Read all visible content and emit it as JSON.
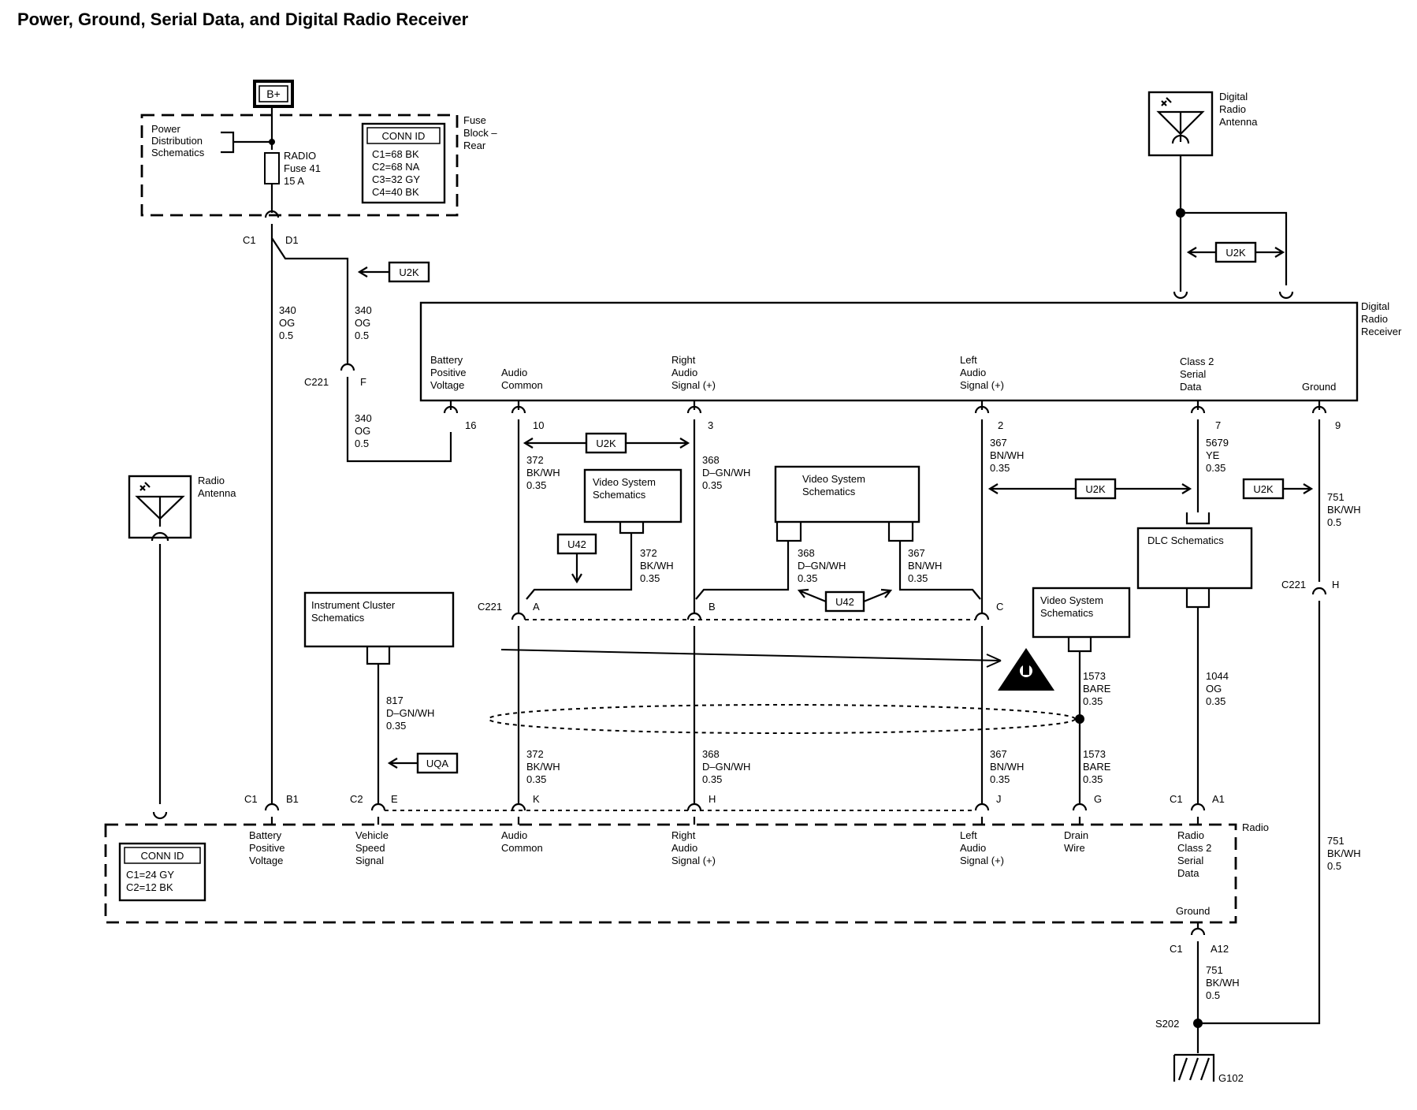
{
  "title": "Power, Ground, Serial Data, and Digital Radio Receiver",
  "fuse_block": {
    "b_plus": "B+",
    "power_dist": [
      "Power",
      "Distribution",
      "Schematics"
    ],
    "fuse": [
      "RADIO",
      "Fuse 41",
      "15 A"
    ],
    "label": [
      "Fuse",
      "Block –",
      "Rear"
    ],
    "conn_title": "CONN ID",
    "conn_rows": [
      "C1=68 BK",
      "C2=68 NA",
      "C3=32 GY",
      "C4=40 BK"
    ],
    "c1": "C1",
    "d1": "D1"
  },
  "wires": {
    "w340_left": [
      "340",
      "OG",
      "0.5"
    ],
    "w340_right": [
      "340",
      "OG",
      "0.5"
    ],
    "w340_lower": [
      "340",
      "OG",
      "0.5"
    ],
    "c221_f": "C221",
    "f": "F",
    "w372_top": [
      "372",
      "BK/WH",
      "0.35"
    ],
    "w368_top": [
      "368",
      "D–GN/WH",
      "0.35"
    ],
    "w367_top": [
      "367",
      "BN/WH",
      "0.35"
    ],
    "w5679": [
      "5679",
      "YE",
      "0.35"
    ],
    "w751_top": [
      "751",
      "BK/WH",
      "0.5"
    ],
    "w372_mid": [
      "372",
      "BK/WH",
      "0.35"
    ],
    "w368_mid": [
      "368",
      "D–GN/WH",
      "0.35"
    ],
    "w367_mid": [
      "367",
      "BN/WH",
      "0.35"
    ],
    "w817": [
      "817",
      "D–GN/WH",
      "0.35"
    ],
    "w1573_top": [
      "1573",
      "BARE",
      "0.35"
    ],
    "w1573_bot": [
      "1573",
      "BARE",
      "0.35"
    ],
    "w1044": [
      "1044",
      "OG",
      "0.35"
    ],
    "w372_bot": [
      "372",
      "BK/WH",
      "0.35"
    ],
    "w368_bot": [
      "368",
      "D–GN/WH",
      "0.35"
    ],
    "w367_bot": [
      "367",
      "BN/WH",
      "0.35"
    ],
    "w751_right": [
      "751",
      "BK/WH",
      "0.5"
    ],
    "w751_bot": [
      "751",
      "BK/WH",
      "0.5"
    ]
  },
  "receiver": {
    "label": [
      "Digital",
      "Radio",
      "Receiver"
    ],
    "pins": [
      {
        "label": [
          "Battery",
          "Positive",
          "Voltage"
        ],
        "num": "16"
      },
      {
        "label": [
          "Audio",
          "Common"
        ],
        "num": "10"
      },
      {
        "label": [
          "Right",
          "Audio",
          "Signal (+)"
        ],
        "num": "3"
      },
      {
        "label": [
          "Left",
          "Audio",
          "Signal (+)"
        ],
        "num": "2"
      },
      {
        "label": [
          "Class 2",
          "Serial",
          "Data"
        ],
        "num": "7"
      },
      {
        "label": [
          "Ground"
        ],
        "num": "9"
      }
    ]
  },
  "antennas": {
    "digital": [
      "Digital",
      "Radio",
      "Antenna"
    ],
    "radio": [
      "Radio",
      "Antenna"
    ]
  },
  "refs": {
    "u2k": "U2K",
    "u42": "U42",
    "uqa": "UQA"
  },
  "schematic_boxes": {
    "video1": [
      "Video System",
      "Schematics"
    ],
    "video2": [
      "Video System",
      "Schematics"
    ],
    "video3": [
      "Video System",
      "Schematics"
    ],
    "dlc": "DLC Schematics",
    "ic": [
      "Instrument Cluster",
      "Schematics"
    ]
  },
  "c221_mid": {
    "label": "C221",
    "a": "A",
    "b": "B",
    "c": "C",
    "h_label": "C221",
    "h": "H"
  },
  "radio": {
    "label": "Radio",
    "conn_title": "CONN ID",
    "conn_rows": [
      "C1=24 GY",
      "C2=12 BK"
    ],
    "ground": "Ground",
    "pin_tops": [
      {
        "conn": "C1",
        "pin": "B1"
      },
      {
        "conn": "C2",
        "pin": "E"
      },
      {
        "pin": "K"
      },
      {
        "pin": "H"
      },
      {
        "pin": "J"
      },
      {
        "pin": "G"
      },
      {
        "conn": "C1",
        "pin": "A1"
      }
    ],
    "pins": [
      [
        "Battery",
        "Positive",
        "Voltage"
      ],
      [
        "Vehicle",
        "Speed",
        "Signal"
      ],
      [
        "Audio",
        "Common"
      ],
      [
        "Right",
        "Audio",
        "Signal (+)"
      ],
      [
        "Left",
        "Audio",
        "Signal (+)"
      ],
      [
        "Drain",
        "Wire"
      ],
      [
        "Radio",
        "Class 2",
        "Serial",
        "Data"
      ]
    ],
    "gnd_c1": "C1",
    "gnd_a12": "A12"
  },
  "ground": {
    "s202": "S202",
    "g102": "G102"
  }
}
